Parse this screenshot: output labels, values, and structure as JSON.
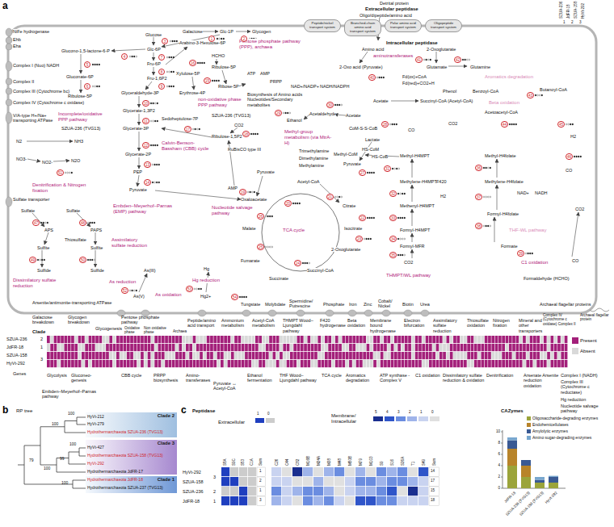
{
  "diagram": {
    "nodes": [
      {
        "text": [
          "Peptide/nickel transport system"
        ]
      },
      {
        "text": [
          "Branched-chain amino acid transport system"
        ]
      },
      {
        "text": [
          "Polar amino acid transport system"
        ]
      },
      {
        "text": [
          "Oligopeptide transport system"
        ]
      },
      {
        "text": [
          "Clade 2"
        ]
      },
      {
        "text": [
          "Clade 3"
        ]
      },
      {
        "text": [
          "Clade 1"
        ]
      }
    ],
    "labels": [
      "a",
      "Detrital protein",
      "Extracellular peptidase",
      "Oligo/dipeptide/amino acid",
      "Amino acid",
      "Intracellular peptidase",
      "aminotransferases",
      "2-Oxo acid (Pyruvate)",
      "2-Oxoglutarate",
      "Glutamate",
      "Glutamine",
      "Aromatics degradation",
      "Phenol",
      "Benzoyl-CoA",
      "Butanoyl-CoA",
      "Beta oxidation",
      "Acetoacetyl-CoA",
      "Fd(ox)+CoA",
      "Fd(red)+CO2+H",
      "Acetate",
      "Succinyl-CoA (Acetyl-CoA)",
      "NiFe hydrogenase",
      "Ehb",
      "Eha",
      "Complex I (Nuo) NADH",
      "Complex II",
      "Complex III (Cytochrome bc)",
      "Complex IV (Cytochrome c oxidase)",
      "V/A-type H+/Na+ transporting ATPase",
      "Galactose",
      "Glc-1P",
      "Glycogen",
      "Glucose",
      "Glc-6P",
      "Glucono-1,5-lactone-6-P",
      "Gluconate-6P",
      "Ribulose-5P",
      "Fru-6P",
      "Fru-1,6P2",
      "Glyceraldehyde-3P",
      "Glycerate-1,3P2",
      "Glycerate-3P",
      "Glycerate-2P",
      "PEP",
      "Pyruvate",
      "Arabino-3-Hexulose-6P",
      "HCHO",
      "Ribulose-5P",
      "Xylulose-5P",
      "Erythrose-4P",
      "Ribose-5P",
      "Sedoheptulose-7P",
      "ATP",
      "AMP",
      "PRPP",
      "Biosynthesis of Amino acids Nucleotides/Secondary metabolites",
      "Pentose phosphate pathway (PPP), archaea",
      "Calvin-Benson-Bassham (CBB) cycle",
      "Incomplete/oxidative PPP pathway",
      "SZUA-236 (TVG13)",
      "non-oxidative phase PPP pathway",
      "SZUA-236 (TVG13)",
      "CO2",
      "Ribulose-1,5P2",
      "RuBisCO type III",
      "Embden–Meyerhof–Parnas (EMP) pathway",
      "Nucleotide salvage pathway",
      "AMP",
      "Pyruvate",
      "Acetyl-CoA",
      "Oxaloacetate",
      "Citrate",
      "Isocitrate",
      "2-Oxoglutarate",
      "Succinyl-CoA",
      "Succinate",
      "Fumarate",
      "Malate",
      "TCA cycle",
      "NAD+/NADP+",
      "NADH/NADPH",
      "Ethanol",
      "Acetaldehyde",
      "Acetate",
      "Lactate",
      "Pyruvate",
      "CoM-S-S-CoB",
      "Methyl-group metabolism (via MtrA-H)",
      "Trimethylamine",
      "Dimethylamine",
      "Methylamine",
      "Methyl-CoM",
      "HS-CoM",
      "HS-CoB",
      "Methyl-H4MPT",
      "Methylene-H4MPT",
      "Methenyl-H4MPT",
      "Formyl-H4MPT",
      "Formyl-MFR",
      "CO2",
      "THMPT/WL pathway",
      "F420",
      "H2",
      "CO",
      "CO2",
      "Methyl-H4folate",
      "Methylene-H4folate",
      "NAD+",
      "NADH",
      "Formyl-H4folate",
      "THF-WL pathway",
      "Formate",
      "C1 oxidation",
      "Formaldehyde (HCHO)",
      "CO2",
      "CO",
      "CO",
      "H2",
      "Archaeal flagellar proteins",
      "N2",
      "NH3",
      "NO3-",
      "NO2-",
      "N2O",
      "Denitrification & Nitrogen fixation",
      "Sulfate transporter",
      "Sulfate",
      "Sulfate",
      "APS",
      "PAPS",
      "Thiosulfate",
      "Sulfite",
      "Sulfite",
      "Sulfide",
      "Sulfide",
      "Assimilatory sulfate reduction",
      "Dissimilatory sulfate reduction",
      "As reduction",
      "As(III)",
      "As(V)",
      "As oxidation",
      "Hg reduction",
      "Hg",
      "Hg2+",
      "Arsenite/antimonite-transporting ATPase",
      "Tungstate",
      "Molybdate",
      "Spermidine/ Putrescine",
      "Phosphate",
      "Iron",
      "Zinc",
      "Cobalt/ Nickel",
      "Biotin",
      "Urea",
      "SZUA-236",
      "JdFR-18",
      "SZUA-158",
      "HyVt-292",
      "1",
      "2",
      "3",
      "1",
      "2",
      "3",
      "4",
      "5",
      "6",
      "7",
      "8",
      "9",
      "10",
      "11",
      "12",
      "13",
      "14",
      "15",
      "16",
      "17",
      "18",
      "19",
      "20",
      "21",
      "22",
      "23",
      "24",
      "25",
      "26",
      "27",
      "28",
      "29",
      "30",
      "31",
      "32",
      "33",
      "34",
      "35",
      "36",
      "37",
      "38",
      "39",
      "40",
      "41",
      "42",
      "43",
      "44",
      "45",
      "46",
      "47",
      "48",
      "49",
      "50",
      "51",
      "52",
      "53",
      "54",
      "Galactose breakdown",
      "Glycogen breakdown",
      "Glycogenesis",
      "Pentose phosphate pathway",
      "Oxidative phase",
      "Non oxidative phase",
      "Archaea",
      "Peptide/amino acid transport",
      "Ammonium metabolism",
      "Acetyl-CoA metabolism",
      "THMPT Wood–Ljungdahl pathway",
      "F420 hydrogenase",
      "Beta oxidation",
      "Membrane bound hydrogenase",
      "Electron bifurcation",
      "Assimilatory sulfate reduction",
      "Thiosulfate oxidation",
      "Nitrogen fixation",
      "Mineral and other transporters",
      "Complex IV (Cytochrome c oxidase) Complex II",
      "Archaeal flagellar protein",
      "Clade",
      "SZUA-236",
      "2",
      "JdFR-18",
      "1",
      "SZUA-158",
      "HyVt-292",
      "3",
      "Genes",
      "Glycolysis",
      "Gluconeo-genesis",
      "Embden–Meyerhof–Parnas pathway",
      "CBB cycle",
      "PRPP biosynthesis",
      "Amino-transferases",
      "Pyruvate ↔ Acetyl-CoA",
      "Ethanol fermentation",
      "THF Wood–Ljungdahl pathway",
      "TCA cycle",
      "Aromatics degradation",
      "ATP synthase - Complex V",
      "C1 oxidation",
      "Dissimilatory sulfate reduction & oxidation",
      "Denitrification",
      "Arsenate Arsenite reduction oxidation",
      "Complex I (NADH)",
      "Complex III (Cytochrome c reductase)",
      "Hg reduction",
      "Nucleotide salvage pathway",
      "b",
      "RP tree",
      "HyVt-212",
      "HyVt-279",
      "Hydrothermarchaeota SZUA-236 (TVG13)",
      "HyVt-427",
      "Hydrothermarchaeota SZUA-158 (TVG13)",
      "HyVt-292",
      "Hydrothermarchaeota JdFR-17",
      "Hydrothermarchaeota JdFR-18",
      "Hydrothermarchaeota SZUA-237 (TVG13)",
      "100",
      "100",
      "100",
      "99",
      "100",
      "79",
      "100",
      "c",
      "Peptidase",
      "Extracellular",
      "1",
      "0",
      "Membrane/ Intracellular",
      "5",
      "4",
      "3",
      "2",
      "1",
      "0",
      "HyVt-292",
      "SZUA-158",
      "SZUA-236",
      "JdFR-18",
      "3",
      "2",
      "1",
      "S8A",
      "S9C",
      "S53",
      "C1A",
      "Sum",
      "C26",
      "C44",
      "C82",
      "M16B",
      "M24A",
      "M38",
      "M48",
      "M50B",
      "M79",
      "M103",
      "S9",
      "S16",
      "S26A",
      "T1",
      "S49",
      "Sum",
      "1",
      "2",
      "1",
      "3",
      "14",
      "17",
      "15",
      "18",
      "CAZymes",
      "0",
      "2",
      "4",
      "6",
      "8",
      "10",
      "JdFR-18",
      "SZUA-236 (TVG13)",
      "SZUA-158 (TVG13)",
      "HyVt-292"
    ],
    "legend": [
      {
        "text": "Present",
        "color": "#a3207a"
      },
      {
        "text": "Absent",
        "color": "#d9d9d9"
      },
      {
        "text": "Oligosaccharide-degrading enzymes",
        "color": "#9ba43b"
      },
      {
        "text": "Endohemicellulases",
        "color": "#b8842a"
      },
      {
        "text": "Amylolytic enzymes",
        "color": "#3a5a94"
      },
      {
        "text": "Amino sugar-degrading enzymes",
        "color": "#78a7cf"
      }
    ]
  }
}
